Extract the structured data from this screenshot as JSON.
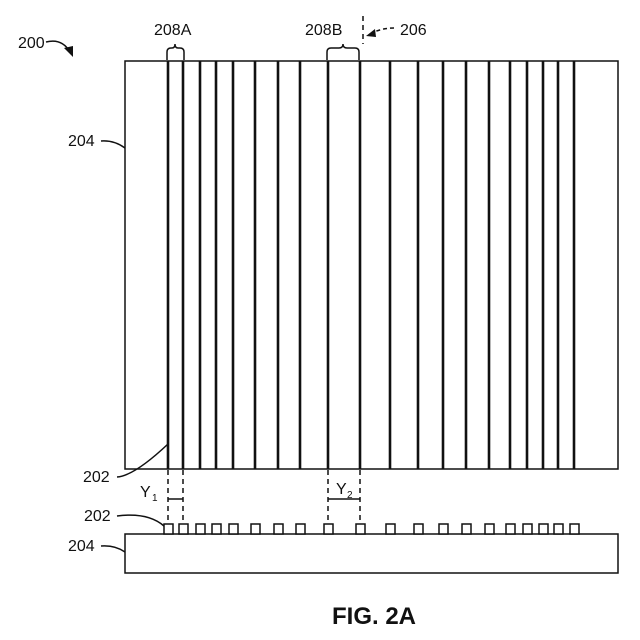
{
  "labels": {
    "device": "200",
    "substrate_top": "204",
    "substrate_bottom": "204",
    "wire_top": "202",
    "wire_bottom": "202",
    "group_a": "208A",
    "group_b": "208B",
    "cut_line": "206",
    "pitch_y1_base": "Y",
    "pitch_y1_sub": "1",
    "pitch_y2_base": "Y",
    "pitch_y2_sub": "2"
  },
  "caption": "FIG. 2A"
}
